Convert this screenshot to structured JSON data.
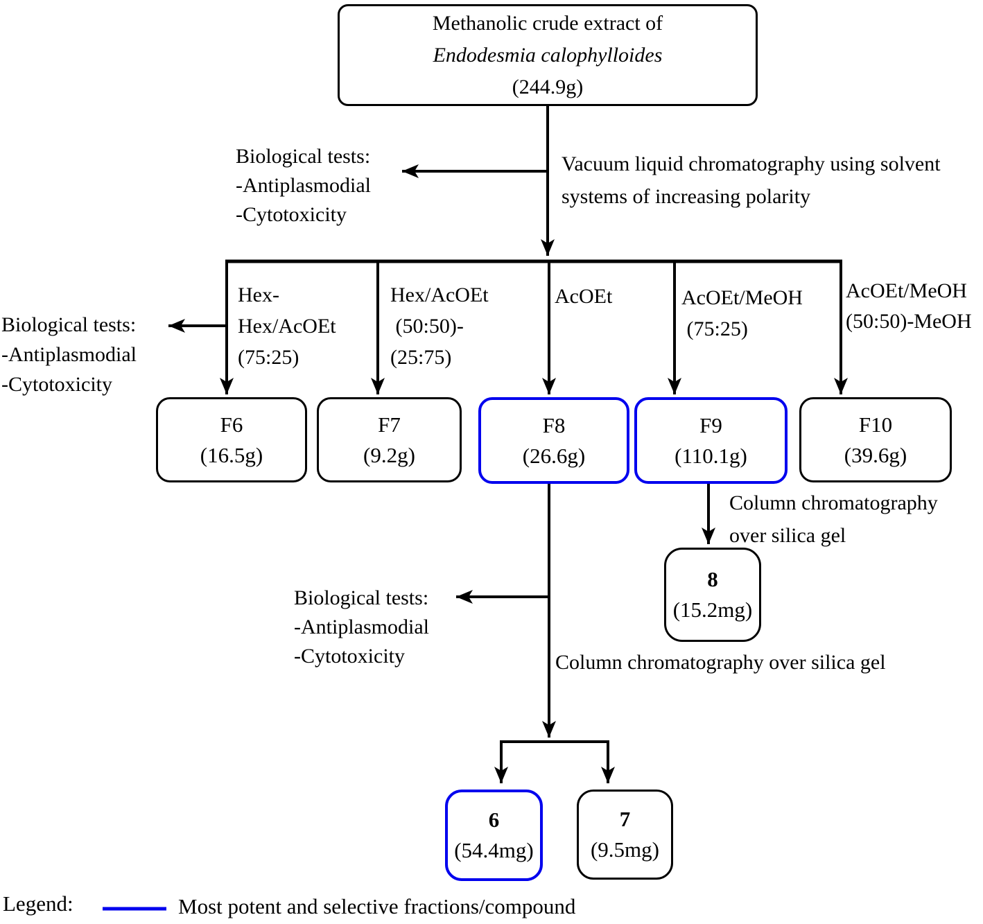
{
  "colors": {
    "accent_blue": "#0000ee",
    "line_black": "#000000"
  },
  "root_box": {
    "line1": "Methanolic crude extract of",
    "species": "Endodesmia calophylloides",
    "mass": "(244.9g)"
  },
  "bio_tests": {
    "title": "Biological tests:",
    "items": [
      "-Antiplasmodial",
      "-Cytotoxicity"
    ]
  },
  "vlc_label": {
    "line1": "Vacuum liquid chromatography using solvent",
    "line2": "systems of increasing polarity"
  },
  "branch_labels": [
    {
      "lines": [
        "Hex-",
        "Hex/AcOEt",
        "(75:25)"
      ]
    },
    {
      "lines": [
        "Hex/AcOEt",
        " (50:50)-",
        "(25:75)"
      ]
    },
    {
      "lines": [
        "AcOEt"
      ]
    },
    {
      "lines": [
        "AcOEt/MeOH",
        " (75:25)"
      ]
    },
    {
      "lines": [
        "AcOEt/MeOH",
        "(50:50)-MeOH"
      ]
    }
  ],
  "fractions": [
    {
      "id": "F6",
      "mass": "(16.5g)",
      "highlighted": false
    },
    {
      "id": "F7",
      "mass": "(9.2g)",
      "highlighted": false
    },
    {
      "id": "F8",
      "mass": "(26.6g)",
      "highlighted": true
    },
    {
      "id": "F9",
      "mass": "(110.1g)",
      "highlighted": true
    },
    {
      "id": "F10",
      "mass": "(39.6g)",
      "highlighted": false
    }
  ],
  "column_chromatography_f9": {
    "line1": "Column chromatography",
    "line2": "over silica gel"
  },
  "column_chromatography_f8": "Column chromatography over silica gel",
  "compounds": [
    {
      "id": "8",
      "mass": "(15.2mg)",
      "highlighted": false
    },
    {
      "id": "6",
      "mass": "(54.4mg)",
      "highlighted": true
    },
    {
      "id": "7",
      "mass": "(9.5mg)",
      "highlighted": false
    }
  ],
  "legend": {
    "label": "Legend:",
    "description": "Most potent and selective fractions/compound"
  }
}
